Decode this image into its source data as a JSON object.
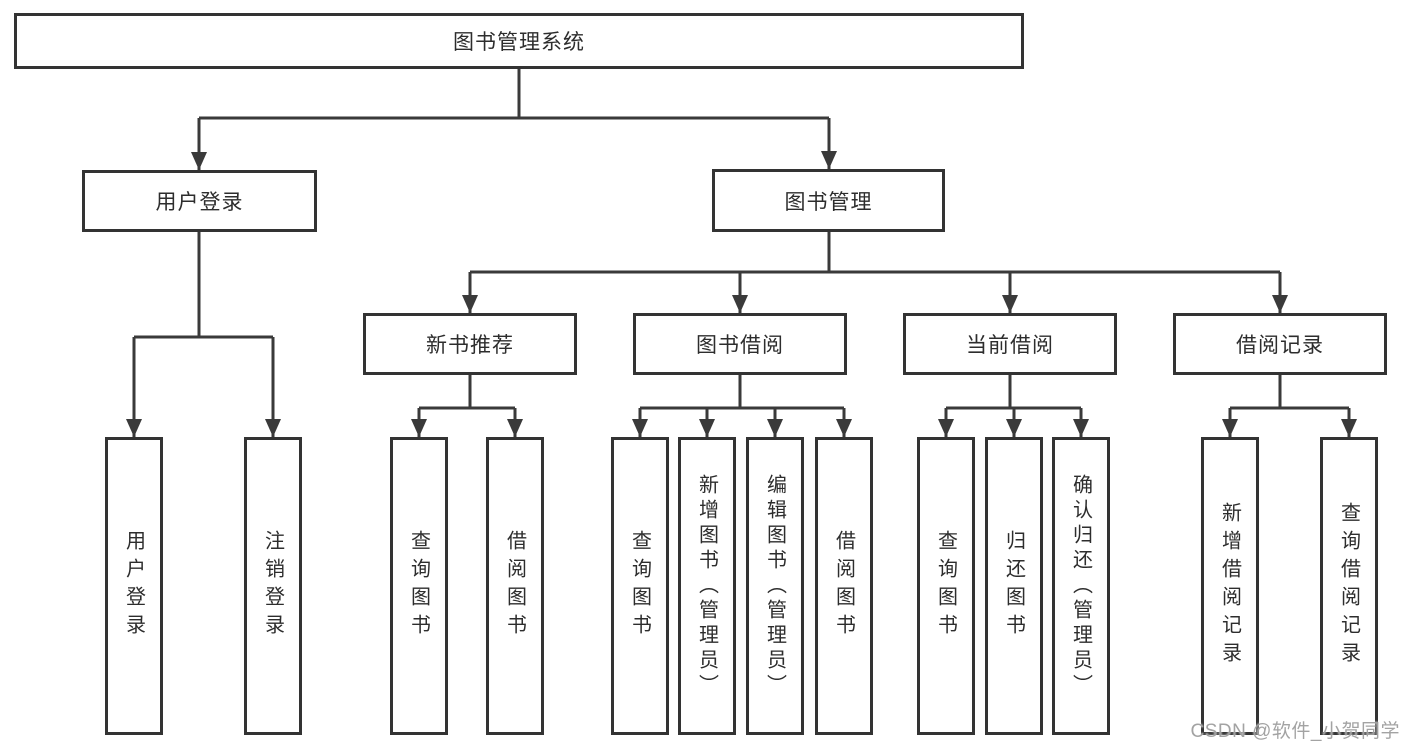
{
  "nodes": {
    "root": {
      "label": "图书管理系统"
    },
    "user_login": {
      "label": "用户登录"
    },
    "book_management": {
      "label": "图书管理"
    },
    "new_book_recommend": {
      "label": "新书推荐"
    },
    "book_borrowing": {
      "label": "图书借阅"
    },
    "current_borrowing": {
      "label": "当前借阅"
    },
    "borrowing_records": {
      "label": "借阅记录"
    },
    "leaf_user_login": {
      "label": "用户登录"
    },
    "leaf_logout": {
      "label": "注销登录"
    },
    "leaf_query_books_recommend": {
      "label": "查询图书"
    },
    "leaf_borrow_books_recommend": {
      "label": "借阅图书"
    },
    "leaf_query_books_borrowing": {
      "label": "查询图书"
    },
    "leaf_add_books_admin": {
      "label": "新增图书（管理员）"
    },
    "leaf_edit_books_admin": {
      "label": "编辑图书（管理员）"
    },
    "leaf_borrow_books_borrowing": {
      "label": "借阅图书"
    },
    "leaf_query_books_current": {
      "label": "查询图书"
    },
    "leaf_return_books": {
      "label": "归还图书"
    },
    "leaf_confirm_return_admin": {
      "label": "确认归还（管理员）"
    },
    "leaf_add_borrow_record": {
      "label": "新增借阅记录"
    },
    "leaf_query_borrow_record": {
      "label": "查询借阅记录"
    }
  },
  "watermark": {
    "text": "CSDN @软件_小贺同学"
  },
  "colors": {
    "line": "#3a3a3a",
    "box_border": "#333333",
    "box_fill": "#ffffff",
    "text": "#2d2d2d",
    "watermark": "#9e9e9e",
    "background": "#ffffff"
  }
}
